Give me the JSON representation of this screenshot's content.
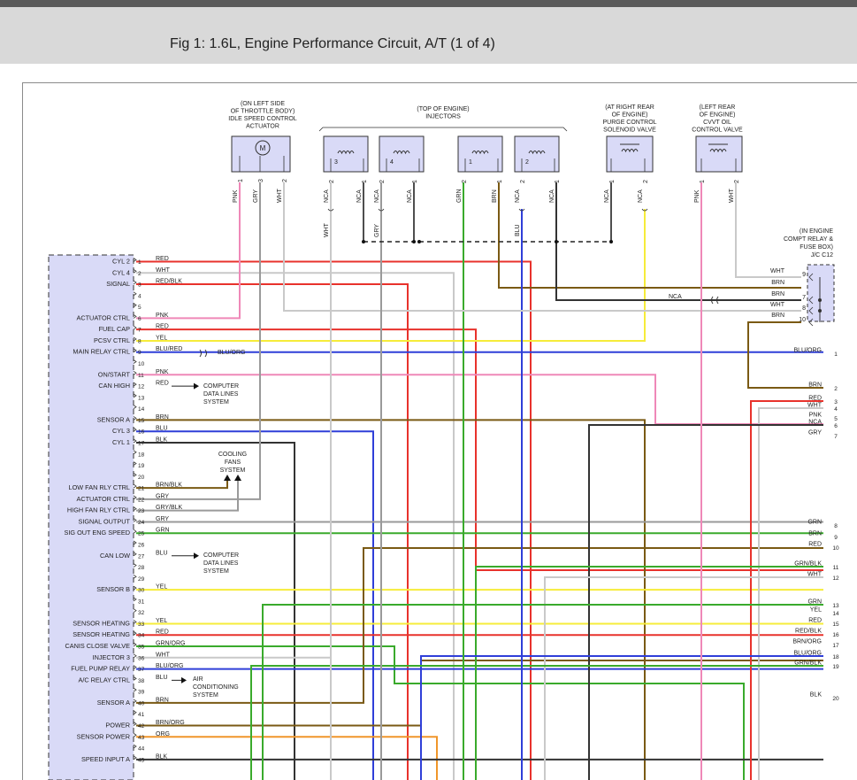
{
  "title": "Fig 1: 1.6L, Engine Performance Circuit, A/T (1 of 4)",
  "components": {
    "idle": {
      "lines": [
        "(ON LEFT SIDE",
        "OF THROTTLE BODY)",
        "IDLE SPEED CONTROL",
        "ACTUATOR"
      ],
      "pins": [
        "1",
        "3",
        "2"
      ],
      "wires": [
        "PNK",
        "GRY",
        "WHT"
      ],
      "symbol": "M"
    },
    "injectors": {
      "lines": [
        "(TOP OF ENGINE)",
        "INJECTORS"
      ],
      "numbers": [
        "3",
        "4",
        "1",
        "2"
      ],
      "pins": [
        "2",
        "1",
        "2",
        "1",
        "2",
        "1",
        "2",
        "1"
      ],
      "wires": [
        "NCA",
        "NCA",
        "NCA",
        "NCA",
        "GRN",
        "BRN",
        "NCA",
        "NCA"
      ]
    },
    "purge": {
      "lines": [
        "(AT RIGHT REAR",
        "OF ENGINE)",
        "PURGE CONTROL",
        "SOLENOID VALVE"
      ],
      "pins": [
        "1",
        "2"
      ],
      "wires": [
        "NCA",
        "NCA"
      ]
    },
    "cvvt": {
      "lines": [
        "(LEFT REAR",
        "OF ENGINE)",
        "CVVT OIL",
        "CONTROL VALVE"
      ],
      "pins": [
        "1",
        "2"
      ],
      "wires": [
        "PNK",
        "WHT"
      ]
    },
    "junction": {
      "lines": [
        "(IN ENGINE",
        "COMPT RELAY &",
        "FUSE BOX)",
        "J/C C12"
      ],
      "pins": [
        "9",
        "7",
        "8",
        "10"
      ]
    }
  },
  "vertical_wire_labels": [
    "WHT",
    "GRY",
    "BLU"
  ],
  "ecm_rows": [
    {
      "pin": "1",
      "func": "CYL 2",
      "wire": "RED"
    },
    {
      "pin": "2",
      "func": "CYL 4",
      "wire": "WHT"
    },
    {
      "pin": "3",
      "func": "SIGNAL",
      "wire": "RED/BLK"
    },
    {
      "pin": "4",
      "func": "",
      "wire": ""
    },
    {
      "pin": "5",
      "func": "",
      "wire": ""
    },
    {
      "pin": "6",
      "func": "ACTUATOR CTRL",
      "wire": "PNK"
    },
    {
      "pin": "7",
      "func": "FUEL CAP",
      "wire": "RED"
    },
    {
      "pin": "8",
      "func": "PCSV CTRL",
      "wire": "YEL"
    },
    {
      "pin": "9",
      "func": "MAIN RELAY CTRL",
      "wire": "BLU/RED"
    },
    {
      "pin": "10",
      "func": "",
      "wire": ""
    },
    {
      "pin": "11",
      "func": "ON/START",
      "wire": "PNK"
    },
    {
      "pin": "12",
      "func": "CAN HIGH",
      "wire": "RED"
    },
    {
      "pin": "13",
      "func": "",
      "wire": ""
    },
    {
      "pin": "14",
      "func": "",
      "wire": ""
    },
    {
      "pin": "15",
      "func": "SENSOR A",
      "wire": "BRN"
    },
    {
      "pin": "16",
      "func": "CYL 3",
      "wire": "BLU"
    },
    {
      "pin": "17",
      "func": "CYL 1",
      "wire": "BLK"
    },
    {
      "pin": "18",
      "func": "",
      "wire": ""
    },
    {
      "pin": "19",
      "func": "",
      "wire": ""
    },
    {
      "pin": "20",
      "func": "",
      "wire": ""
    },
    {
      "pin": "21",
      "func": "LOW FAN RLY CTRL",
      "wire": "BRN/BLK"
    },
    {
      "pin": "22",
      "func": "ACTUATOR CTRL",
      "wire": "GRY"
    },
    {
      "pin": "23",
      "func": "HIGH FAN RLY CTRL",
      "wire": "GRY/BLK"
    },
    {
      "pin": "24",
      "func": "SIGNAL OUTPUT",
      "wire": "GRY"
    },
    {
      "pin": "25",
      "func": "SIG OUT ENG SPEED",
      "wire": "GRN"
    },
    {
      "pin": "26",
      "func": "",
      "wire": ""
    },
    {
      "pin": "27",
      "func": "CAN LOW",
      "wire": "BLU"
    },
    {
      "pin": "28",
      "func": "",
      "wire": ""
    },
    {
      "pin": "29",
      "func": "",
      "wire": ""
    },
    {
      "pin": "30",
      "func": "SENSOR B",
      "wire": "YEL"
    },
    {
      "pin": "31",
      "func": "",
      "wire": ""
    },
    {
      "pin": "32",
      "func": "",
      "wire": ""
    },
    {
      "pin": "33",
      "func": "SENSOR HEATING",
      "wire": "YEL"
    },
    {
      "pin": "34",
      "func": "SENSOR HEATING",
      "wire": "RED"
    },
    {
      "pin": "35",
      "func": "CANIS CLOSE VALVE",
      "wire": "GRN/ORG"
    },
    {
      "pin": "36",
      "func": "INJECTOR 3",
      "wire": "WHT"
    },
    {
      "pin": "37",
      "func": "FUEL PUMP RELAY",
      "wire": "BLU/ORG"
    },
    {
      "pin": "38",
      "func": "A/C RELAY CTRL",
      "wire": "BLU"
    },
    {
      "pin": "39",
      "func": "",
      "wire": ""
    },
    {
      "pin": "40",
      "func": "SENSOR A",
      "wire": "BRN"
    },
    {
      "pin": "41",
      "func": "",
      "wire": ""
    },
    {
      "pin": "42",
      "func": "POWER",
      "wire": "BRN/ORG"
    },
    {
      "pin": "43",
      "func": "SENSOR POWER",
      "wire": "ORG"
    },
    {
      "pin": "44",
      "func": "",
      "wire": ""
    },
    {
      "pin": "45",
      "func": "SPEED INPUT A",
      "wire": "BLK"
    }
  ],
  "inline_labels": {
    "blu_org_mid": "BLU/ORG",
    "nca_mid": "NCA",
    "computer_data_1": [
      "COMPUTER",
      "DATA LINES",
      "SYSTEM"
    ],
    "cooling_fans": [
      "COOLING",
      "FANS",
      "SYSTEM"
    ],
    "computer_data_2": [
      "COMPUTER",
      "DATA LINES",
      "SYSTEM"
    ],
    "air_conditioning": [
      "AIR",
      "CONDITIONING",
      "SYSTEM"
    ]
  },
  "junction_wires": [
    "WHT",
    "BRN",
    "BRN",
    "WHT",
    "BRN"
  ],
  "right_edge": [
    {
      "num": "1",
      "wire": "BLU/ORG"
    },
    {
      "num": "2",
      "wire": "BRN"
    },
    {
      "num": "3",
      "wire": "RED"
    },
    {
      "num": "4",
      "wire": "WHT"
    },
    {
      "num": "5",
      "wire": "PNK"
    },
    {
      "num": "6",
      "wire": "NCA"
    },
    {
      "num": "7",
      "wire": "GRY"
    },
    {
      "num": "8",
      "wire": "GRN"
    },
    {
      "num": "9",
      "wire": "BRN"
    },
    {
      "num": "10",
      "wire": "RED"
    },
    {
      "num": "11",
      "wire": "GRN/BLK"
    },
    {
      "num": "12",
      "wire": "WHT"
    },
    {
      "num": "13",
      "wire": "GRN"
    },
    {
      "num": "14",
      "wire": "YEL"
    },
    {
      "num": "15",
      "wire": "RED"
    },
    {
      "num": "16",
      "wire": "RED/BLK"
    },
    {
      "num": "17",
      "wire": "BRN/ORG"
    },
    {
      "num": "18",
      "wire": "BLU/ORG"
    },
    {
      "num": "19",
      "wire": "GRN/BLK"
    },
    {
      "num": "20",
      "wire": "BLK"
    }
  ],
  "colors": {
    "RED": "#e8322c",
    "WHT": "#c9c9c9",
    "PNK": "#ef88b8",
    "YEL": "#f6ec3a",
    "BLU": "#2f3fd8",
    "BRN": "#7a5a14",
    "GRN": "#3aaa2c",
    "BLK": "#333333",
    "GRY": "#9a9a9a",
    "ORG": "#f0962a",
    "ecm_fill": "#d9daf7"
  }
}
